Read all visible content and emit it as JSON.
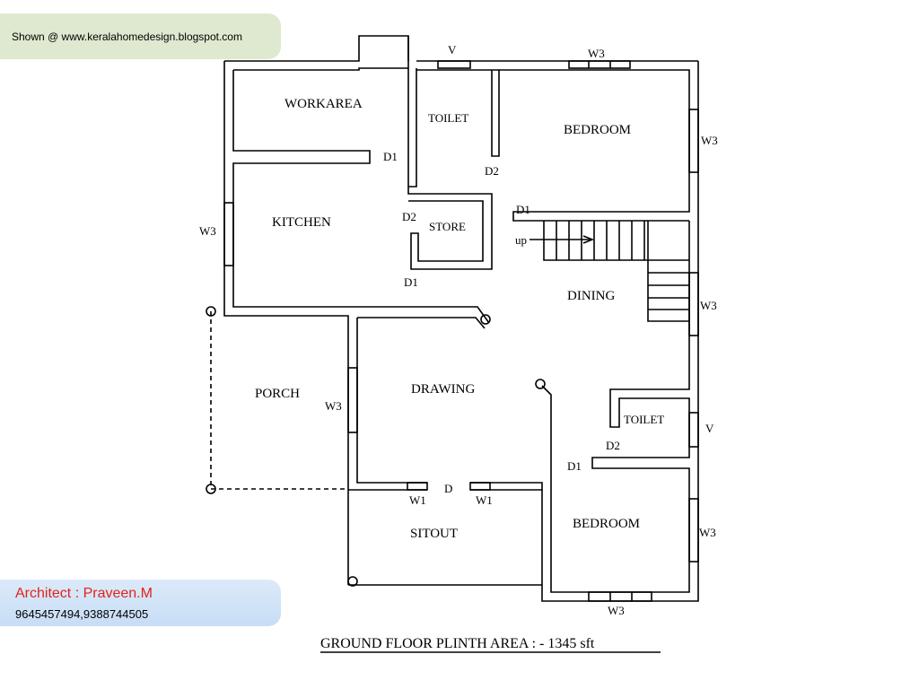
{
  "watermark": {
    "text": "Shown @  www.keralahomedesign.blogspot.com"
  },
  "architect": {
    "name": "Architect : Praveen.M",
    "phone": "9645457494,9388744505"
  },
  "rooms": {
    "workarea": "WORKAREA",
    "kitchen": "KITCHEN",
    "toilet_top": "TOILET",
    "store": "STORE",
    "bedroom_top": "BEDROOM",
    "dining": "DINING",
    "porch": "PORCH",
    "drawing": "DRAWING",
    "toilet_right": "TOILET",
    "bedroom_bottom": "BEDROOM",
    "sitout": "SITOUT"
  },
  "labels": {
    "d1": "D1",
    "d2": "D2",
    "d": "D",
    "v": "V",
    "w1": "W1",
    "w3": "W3",
    "up": "up"
  },
  "caption": "GROUND FLOOR PLINTH AREA  : -  1345 sft"
}
